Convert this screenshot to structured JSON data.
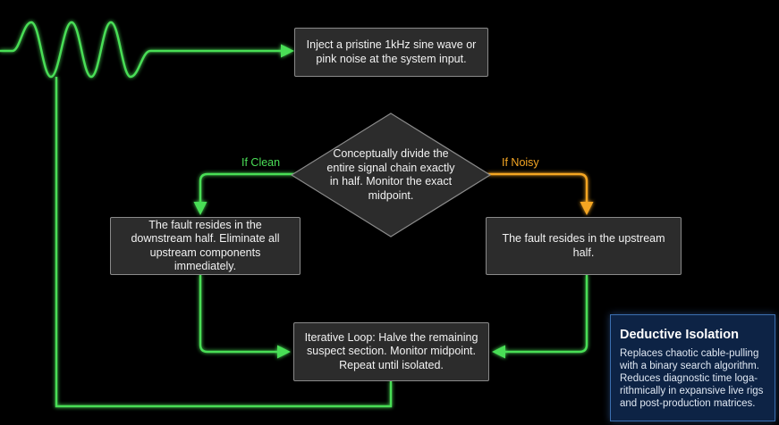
{
  "colors": {
    "background": "#000000",
    "clean_path": "#4ade57",
    "noisy_path": "#f5a623",
    "node_fill": "#2c2c2c",
    "node_border": "#8a8a8a",
    "panel_fill": "#0d2345",
    "panel_border": "#3b6fb0"
  },
  "flow": {
    "start_text": "Inject a pristine 1kHz sine wave or pink noise at the system input.",
    "decision_text": "Conceptually divide the entire signal chain exactly in half. Monitor the exact midpoint.",
    "clean_label": "If Clean",
    "noisy_label": "If Noisy",
    "downstream_text": "The fault resides in the downstream half. Eliminate all upstream components immediately.",
    "upstream_text": "The fault resides in the upstream half.",
    "loop_text": "Iterative Loop: Halve the remaining suspect section. Monitor midpoint. Repeat until isolated."
  },
  "panel": {
    "title": "Deductive Isolation",
    "body": "Replaces chaotic cable-pulling with a binary search algorithm. Reduces diagnostic time loga-rithmically in expansive live rigs and post-production matrices."
  },
  "icons": {
    "signal_waveform": "sine-wave-icon"
  }
}
